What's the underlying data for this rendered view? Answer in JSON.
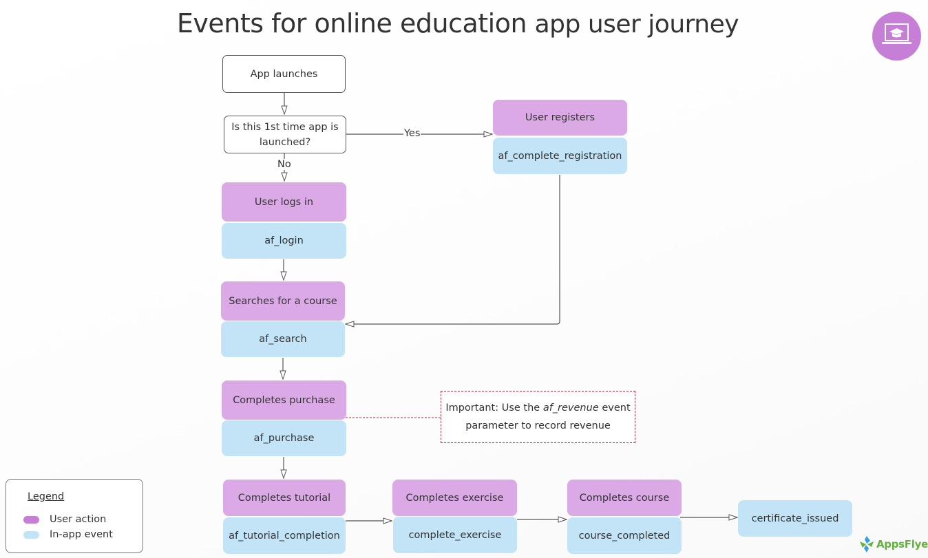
{
  "title": {
    "main": "Events for online education",
    "tail": "app user journey"
  },
  "badge": {
    "icon": "laptop-graduation-cap-icon",
    "color": "#c77ed7"
  },
  "colors": {
    "user_action": "#dbaae6",
    "in_app_event": "#c2e4f6",
    "note_border": "#b02a3a",
    "line": "#555555"
  },
  "nodes": {
    "app_launches": "App launches",
    "decision": "Is this 1st time app is launched?",
    "user_registers": "User registers",
    "af_complete_registration": "af_complete_registration",
    "user_logs_in": "User logs in",
    "af_login": "af_login",
    "searches_course": "Searches for a course",
    "af_search": "af_search",
    "completes_purchase": "Completes purchase",
    "af_purchase": "af_purchase",
    "completes_tutorial": "Completes tutorial",
    "af_tutorial_completion": "af_tutorial_completion",
    "completes_exercise": "Completes exercise",
    "complete_exercise": "complete_exercise",
    "completes_course": "Completes course",
    "course_completed": "course_completed",
    "certificate_issued": "certificate_issued"
  },
  "edge_labels": {
    "yes": "Yes",
    "no": "No"
  },
  "note": {
    "prefix": "Important: Use the ",
    "emphasis": "af_revenue",
    "suffix": " event parameter to record revenue"
  },
  "legend": {
    "title": "Legend",
    "items": [
      {
        "label": "User action",
        "color": "#c77ed7"
      },
      {
        "label": "In-app event",
        "color": "#c2e4f6"
      }
    ]
  },
  "logo": {
    "text": "AppsFlyer"
  }
}
